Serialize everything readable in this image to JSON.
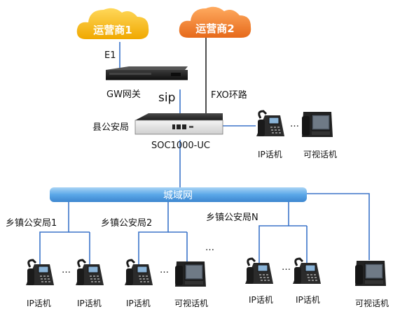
{
  "clouds": {
    "carrier1": "运营商1",
    "carrier2": "运营商2"
  },
  "links": {
    "e1": "E1",
    "sip": "sip",
    "fxo": "FXO环路"
  },
  "gateway": {
    "label": "GW网关"
  },
  "county": {
    "label": "县公安局",
    "device": "SOC1000-UC"
  },
  "network": {
    "label": "城域网"
  },
  "towns": {
    "town1": "乡镇公安局1",
    "town2": "乡镇公安局2",
    "townN": "乡镇公安局N"
  },
  "phones": {
    "ip": "IP话机",
    "video": "可视话机"
  },
  "ellipsis": "…",
  "ellipsis_more": "…",
  "colors": {
    "link": "#3b74c9",
    "bus": "#5aa0e0",
    "cloud1": "#f4b400",
    "cloud2": "#ef7a1e"
  }
}
